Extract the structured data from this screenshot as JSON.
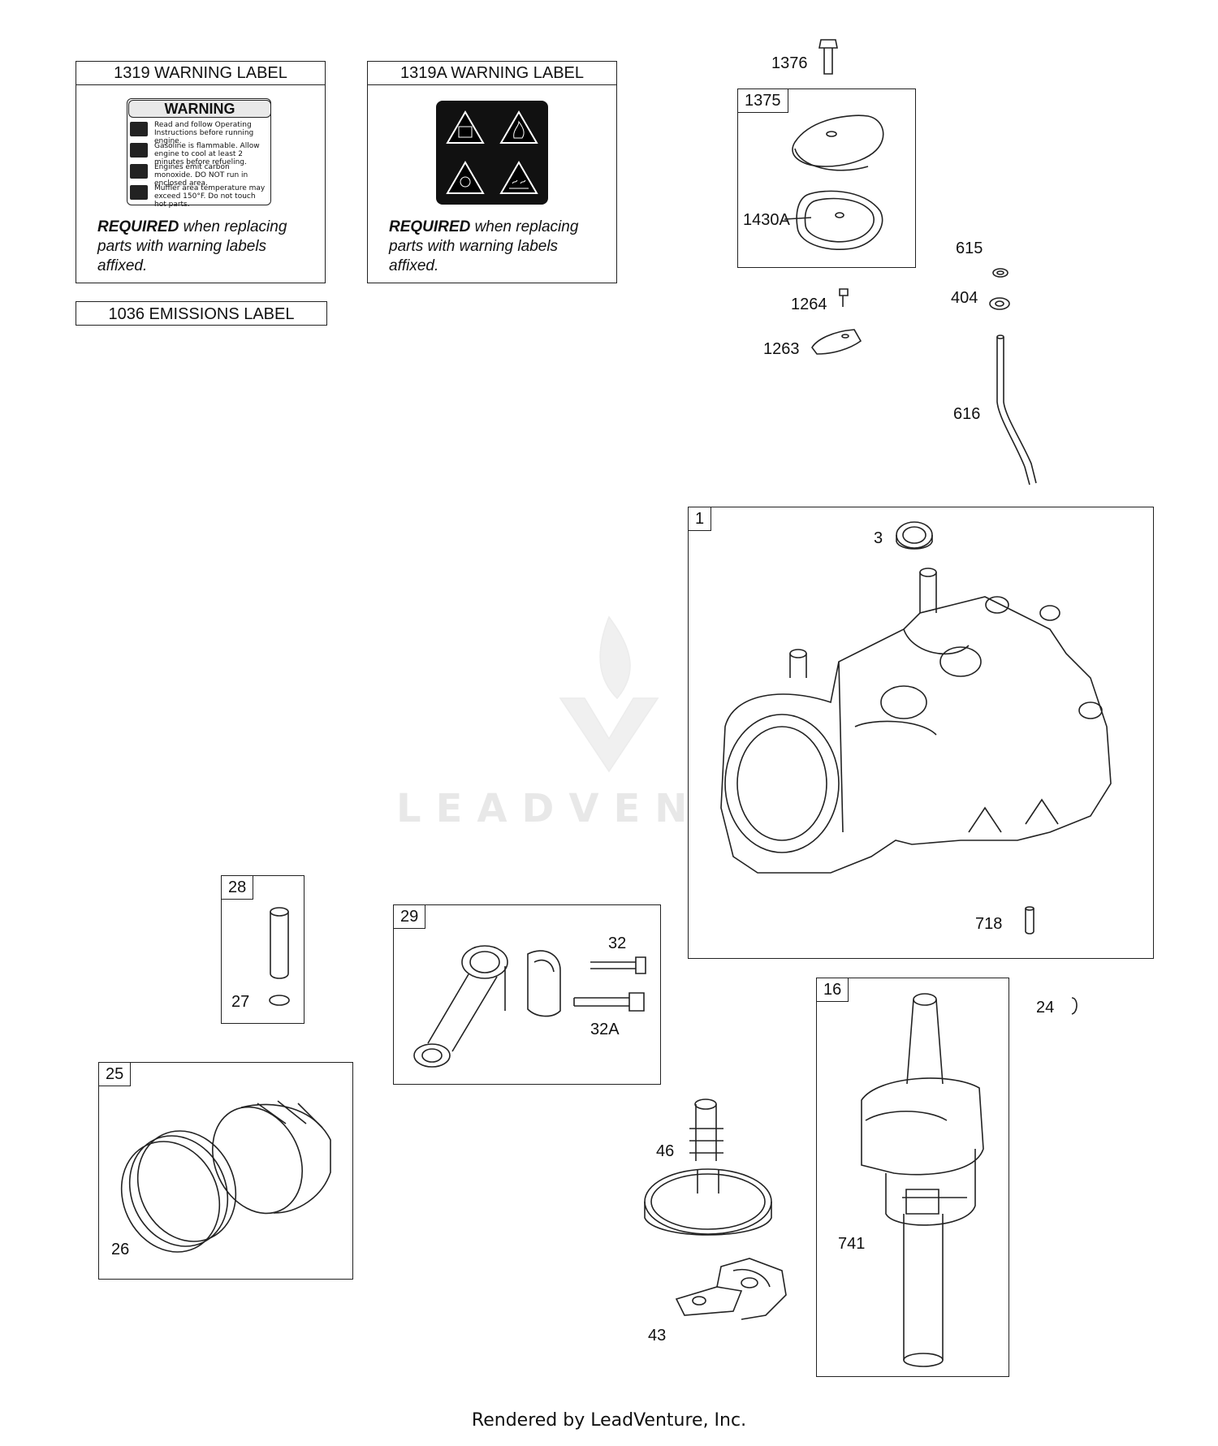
{
  "labels": {
    "warning_1319": {
      "title": "1319 WARNING LABEL",
      "banner": "WARNING",
      "rows": [
        "Read and follow Operating Instructions before running engine.",
        "Gasoline is flammable. Allow engine to cool at least 2 minutes before refueling.",
        "Engines emit carbon monoxide. DO NOT run in enclosed area.",
        "Muffler area temperature may exceed 150°F. Do not touch hot parts."
      ],
      "required_bold": "REQUIRED",
      "required_text": " when replacing parts with warning labels affixed."
    },
    "warning_1319A": {
      "title": "1319A WARNING LABEL",
      "required_bold": "REQUIRED",
      "required_text": " when replacing parts with warning labels affixed."
    },
    "emissions_1036": {
      "title": "1036 EMISSIONS LABEL"
    }
  },
  "group_tags": {
    "g1375": "1375",
    "g1": "1",
    "g28": "28",
    "g29": "29",
    "g25": "25",
    "g16": "16"
  },
  "callouts": {
    "c1376": "1376",
    "c1430A": "1430A",
    "c615": "615",
    "c404": "404",
    "c1264": "1264",
    "c1263": "1263",
    "c616": "616",
    "c3": "3",
    "c718": "718",
    "c27": "27",
    "c32": "32",
    "c32A": "32A",
    "c24": "24",
    "c46": "46",
    "c26": "26",
    "c741": "741",
    "c43": "43"
  },
  "watermark": "LEADVENTURE",
  "footer": "Rendered by LeadVenture, Inc."
}
